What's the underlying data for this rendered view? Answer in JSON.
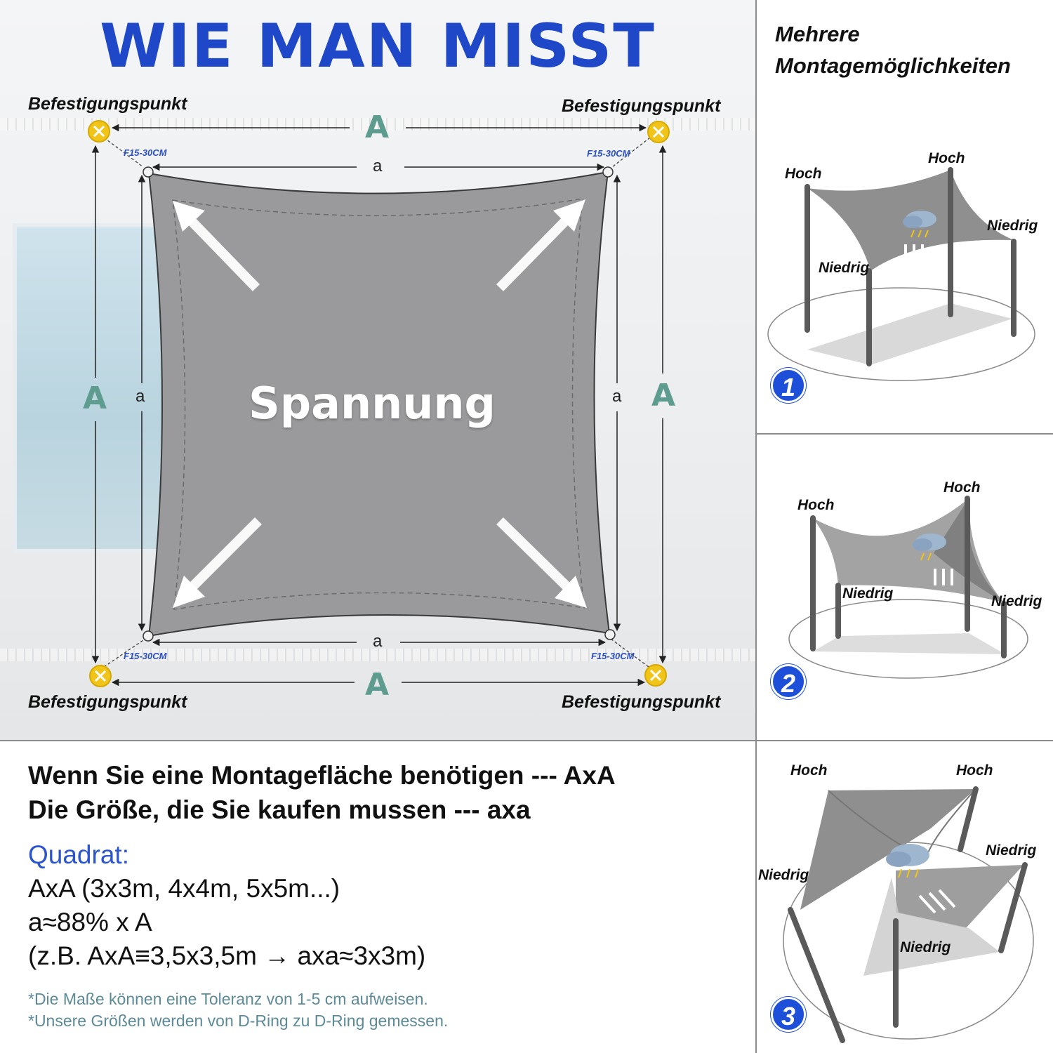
{
  "title": "WIE MAN MISST",
  "colors": {
    "title_blue": "#1f48c9",
    "dim_green": "#5e9c8f",
    "sail_gray": "#9a9a9c",
    "anchor_yellow": "#f0c419",
    "note_teal": "#5c8a99",
    "badge_blue": "#1d4fd8"
  },
  "diagram": {
    "anchor_labels": [
      "Befestigungspunkt",
      "Befestigungspunkt",
      "Befestigungspunkt",
      "Befestigungspunkt"
    ],
    "gap_labels": [
      "F15-30CM",
      "F15-30CM",
      "F15-30CM",
      "F15-30CM"
    ],
    "outer_dimension": "A",
    "inner_dimension": "a",
    "center_label": "Spannung",
    "anchor_icon": "anchor-point-icon",
    "tension_icon": "arrow-icon"
  },
  "options": {
    "header_line1": "Mehrere",
    "header_line2": "Montagemöglichkeiten",
    "scenes": [
      {
        "number": "1",
        "labels": [
          "Hoch",
          "Hoch",
          "Niedrig",
          "Niedrig"
        ]
      },
      {
        "number": "2",
        "labels": [
          "Hoch",
          "Hoch",
          "Niedrig",
          "Niedrig"
        ]
      },
      {
        "number": "3",
        "labels": [
          "Hoch",
          "Hoch",
          "Niedrig",
          "Niedrig",
          "Niedrig"
        ]
      }
    ],
    "scene_icon": "rain-cloud-icon"
  },
  "info": {
    "line1": "Wenn Sie eine Montagefläche benötigen --- AxA",
    "line2": "Die Größe, die Sie kaufen mussen --- axa",
    "shape_title": "Quadrat:",
    "calc1": "AxA (3x3m, 4x4m, 5x5m...)",
    "calc2": "a≈88% x A",
    "calc3": "(z.B. AxA≡3,5x3,5m → axa≈3x3m)",
    "note1": "*Die Maße können eine Toleranz von 1-5 cm aufweisen.",
    "note2": "*Unsere Größen werden von D-Ring zu D-Ring gemessen."
  }
}
